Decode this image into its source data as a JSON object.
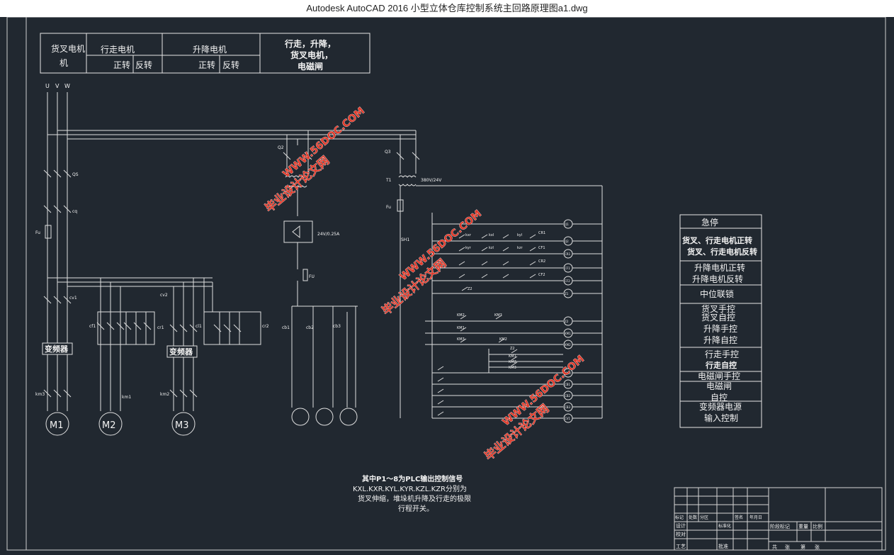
{
  "window": {
    "title": "Autodesk AutoCAD 2016     小型立体仓库控制系统主回路原理图a1.dwg"
  },
  "header_table": {
    "fork_motor": "货叉电机",
    "travel_motor": "行走电机",
    "lift_motor": "升降电机",
    "forward": "正转",
    "reverse": "反转",
    "brake_line1": "行走，升降，",
    "brake_line2": "货叉电机，",
    "brake_line3": "电磁闸"
  },
  "main_circuit": {
    "phases": [
      "U",
      "V",
      "W"
    ],
    "labels": {
      "qs": "QS",
      "cq": "cq",
      "fu": "Fu",
      "cv1": "cv1",
      "cf1": "cf1",
      "cr1": "cr1",
      "cv2": "cv2",
      "cl1": "cl1",
      "cr2": "cr2",
      "km3": "km3",
      "km1": "km1",
      "km2": "km2",
      "q2": "Q2",
      "q3": "Q3",
      "t1": "T1",
      "transformer": "380V/24V",
      "rectifier": "24V/0.25A",
      "fu2": "FU",
      "cb1": "cb1",
      "cb2": "cb2",
      "cb3": "cb3",
      "sh1": "SH1",
      "fu3": "Fu"
    },
    "inverter": "变频器",
    "motors": [
      "M1",
      "M2",
      "M3"
    ]
  },
  "control_circuit": {
    "coils": [
      "Q1",
      "Q2",
      "CR1",
      "CF1",
      "CF2",
      "Z1",
      "Z2",
      "KM1",
      "KM2",
      "KM3",
      "CB1",
      "CB2",
      "CB3",
      "CV1",
      "CV2"
    ],
    "contacts": [
      "kxr",
      "kxl",
      "kyl",
      "kyr",
      "kzl",
      "kzr",
      "KM2",
      "KM3",
      "KM1",
      "KM3",
      "KM2",
      "Z2",
      "KM1",
      "KM2",
      "KM3"
    ],
    "rung_labels": [
      "CR1",
      "CF1",
      "CR2",
      "CF2",
      "Z2"
    ]
  },
  "legend": {
    "items": [
      "急停",
      "货叉、行走电机正转",
      "货叉、行走电机反转",
      "升降电机正转",
      "升降电机反转",
      "中位联锁",
      "货叉手控",
      "货叉自控",
      "升降手控",
      "升降自控",
      "行走手控",
      "行走自控",
      "电磁闸手控",
      "电磁闸",
      "自控",
      "变频器电源",
      "输入控制"
    ]
  },
  "note": {
    "line1": "其中P1～8为PLC输出控制信号",
    "line2": "KXL.KXR.KYL.KYR.KZL.KZR分别为",
    "line3": "货叉伸缩，堆垛机升降及行走的极限",
    "line4": "行程开关。"
  },
  "watermark": {
    "site": "WWW.56DOC.COM",
    "cn": "毕业设计论文网"
  },
  "title_block": {
    "marks": "标记",
    "count": "处数",
    "zone": "分区",
    "sign": "签名",
    "date": "年月日",
    "design": "设计",
    "standardize": "标准化",
    "check": "校对",
    "craft": "工艺",
    "approve": "批准",
    "stage_mark": "阶段标记",
    "weight": "重量",
    "scale": "比例",
    "total": "共",
    "sheet": "张",
    "page": "第"
  }
}
